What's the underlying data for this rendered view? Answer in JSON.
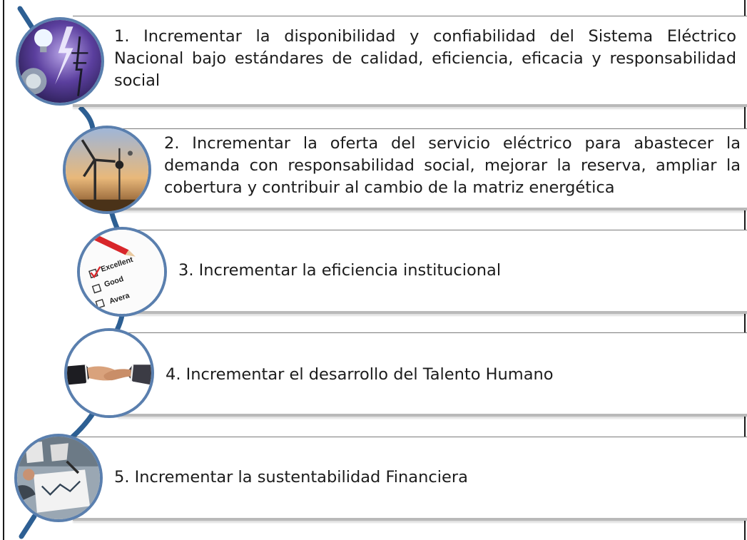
{
  "objectives": [
    {
      "text": "1. Incrementar la disponibilidad y confiabilidad del Sistema Eléctrico Nacional bajo estándares de calidad, eficiencia, eficacia y responsabilidad social",
      "icon": "lightning-bulb-photo-icon"
    },
    {
      "text": "2. Incrementar la oferta del servicio eléctrico para abastecer la demanda con responsabilidad social, mejorar la reserva, ampliar la cobertura y contribuir al cambio de la matriz energética",
      "icon": "wind-turbine-photo-icon"
    },
    {
      "text": "3. Incrementar la eficiencia institucional",
      "icon": "checklist-photo-icon"
    },
    {
      "text": "4. Incrementar el desarrollo del Talento Humano",
      "icon": "handshake-photo-icon"
    },
    {
      "text": "5. Incrementar la sustentabilidad Financiera",
      "icon": "finance-meeting-photo-icon"
    }
  ],
  "checklist_words": [
    "Excellent",
    "Good",
    "Avera"
  ],
  "colors": {
    "spine": "#2d5f93",
    "circle_border": "#5a7fae",
    "bar_shadow": "#b9b9b9",
    "text": "#1c1c1c"
  }
}
